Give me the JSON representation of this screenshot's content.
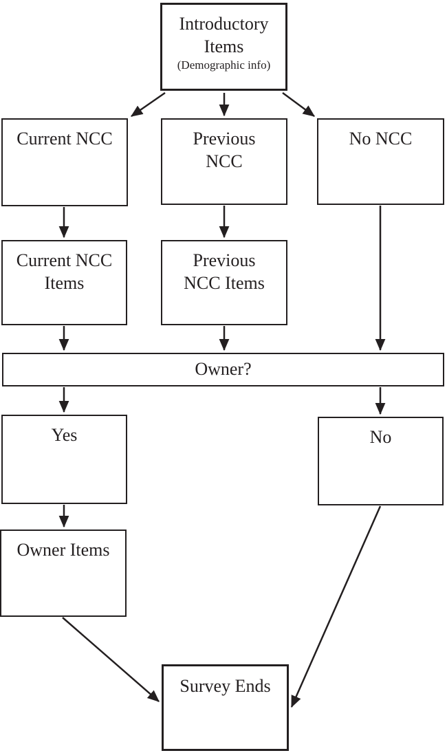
{
  "diagram": {
    "type": "flowchart",
    "colors": {
      "line": "#231f20",
      "box_fill": "#ffffff",
      "background": "#ffffff"
    },
    "nodes": {
      "intro": {
        "label": "Introductory\nItems",
        "sublabel": "(Demographic info)"
      },
      "current_ncc": {
        "label": "Current NCC"
      },
      "previous_ncc": {
        "label": "Previous\nNCC"
      },
      "no_ncc": {
        "label": "No NCC"
      },
      "current_ncc_items": {
        "label": "Current NCC\nItems"
      },
      "previous_ncc_items": {
        "label": "Previous\nNCC Items"
      },
      "owner": {
        "label": "Owner?"
      },
      "yes": {
        "label": "Yes"
      },
      "no": {
        "label": "No"
      },
      "owner_items": {
        "label": "Owner Items"
      },
      "survey_ends": {
        "label": "Survey Ends"
      }
    },
    "edges": [
      {
        "from": "intro",
        "to": "current_ncc"
      },
      {
        "from": "intro",
        "to": "previous_ncc"
      },
      {
        "from": "intro",
        "to": "no_ncc"
      },
      {
        "from": "current_ncc",
        "to": "current_ncc_items"
      },
      {
        "from": "previous_ncc",
        "to": "previous_ncc_items"
      },
      {
        "from": "no_ncc",
        "to": "owner"
      },
      {
        "from": "current_ncc_items",
        "to": "owner"
      },
      {
        "from": "previous_ncc_items",
        "to": "owner"
      },
      {
        "from": "owner",
        "to": "yes"
      },
      {
        "from": "owner",
        "to": "no"
      },
      {
        "from": "yes",
        "to": "owner_items"
      },
      {
        "from": "owner_items",
        "to": "survey_ends"
      },
      {
        "from": "no",
        "to": "survey_ends"
      }
    ]
  }
}
